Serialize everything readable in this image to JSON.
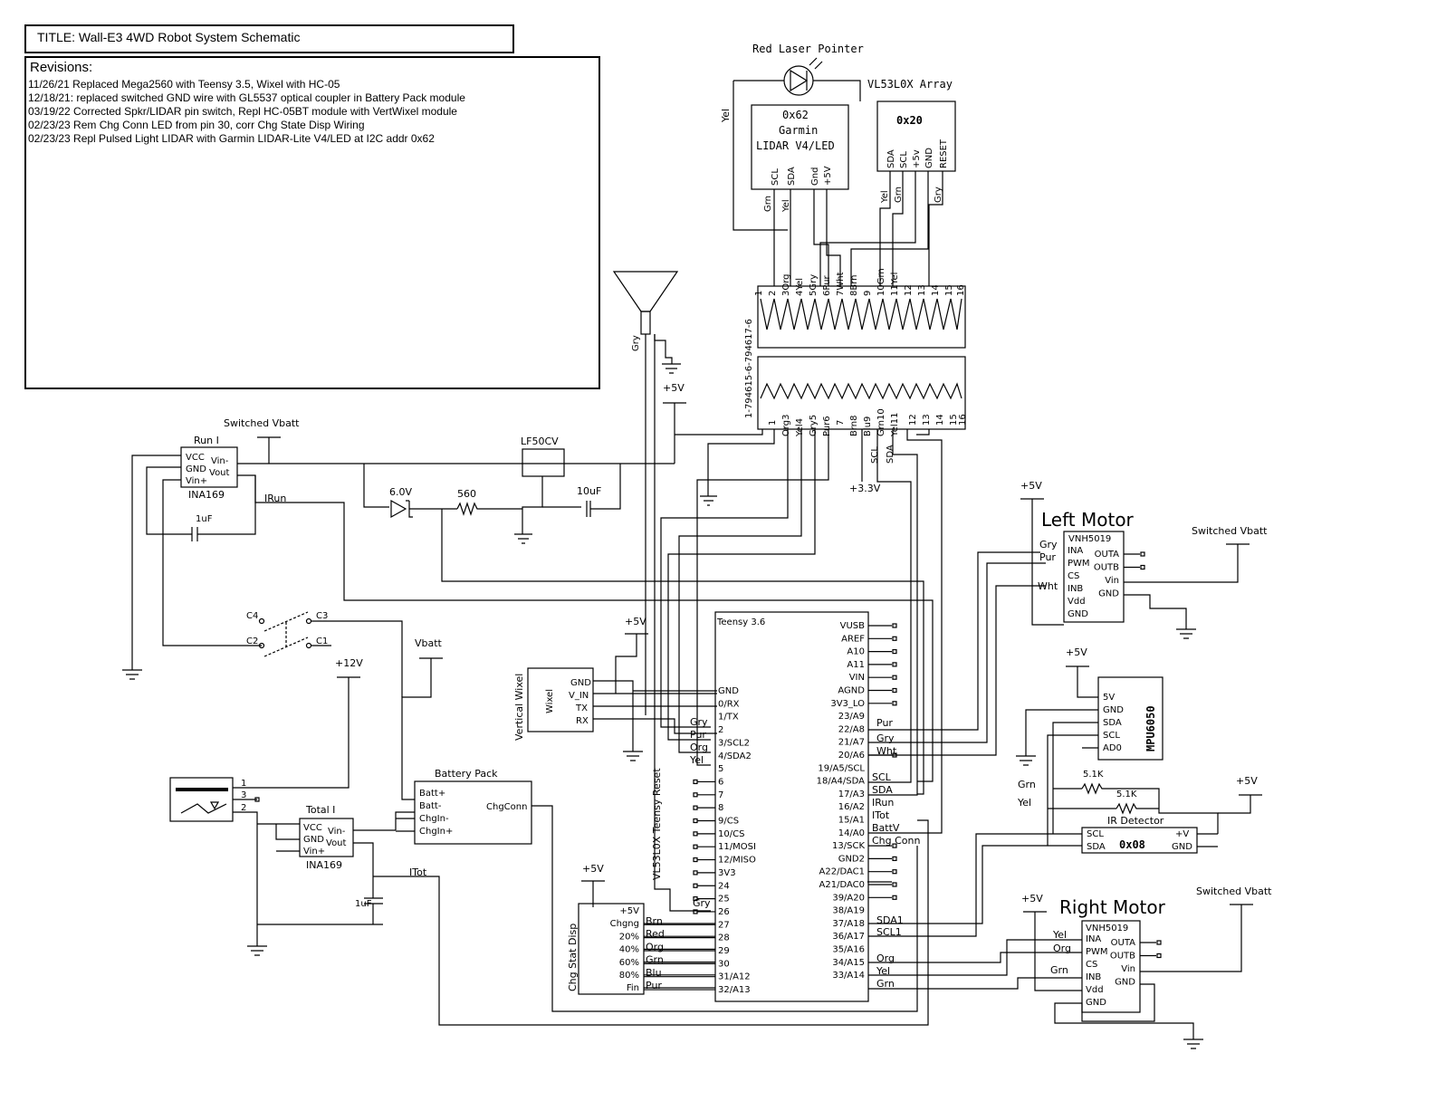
{
  "title": "TITLE: Wall-E3 4WD Robot System Schematic",
  "revisions": {
    "heading": "Revisions:",
    "items": [
      "11/26/21 Replaced Mega2560 with Teensy 3.5, Wixel with HC-05",
      "12/18/21: replaced switched GND wire with GL5537 optical coupler in Battery Pack module",
      "03/19/22 Corrected Spkr/LIDAR pin switch, Repl HC-05BT module with VertWixel module",
      "02/23/23 Rem Chg Conn LED from pin 30, corr Chg State Disp Wiring",
      "02/23/23 Repl Pulsed Light LIDAR with Garmin LIDAR-Lite V4/LED at I2C addr 0x62"
    ]
  },
  "lidar": {
    "top_label": "Red Laser Pointer",
    "side_label": "Yel",
    "addr": "0x62",
    "name1": "Garmin",
    "name2": "LIDAR V4/LED",
    "pins": [
      "SCL",
      "SDA",
      "Gnd",
      "+5V"
    ],
    "wire_labels": [
      "Grn",
      "Yel"
    ]
  },
  "vl53": {
    "label": "VL53L0X Array",
    "addr": "0x20",
    "pins": [
      "SDA",
      "SCL",
      "+5v",
      "GND",
      "RESET"
    ],
    "wire_labels": [
      "Yel",
      "Grn",
      "Gry"
    ]
  },
  "connector": {
    "label": "1-794615-6-794617-6",
    "top_pins": [
      "1",
      "2",
      "3Org",
      "4Yel",
      "5Gry",
      "6Pur",
      "7Wht",
      "8Brn",
      "9",
      "10Grn",
      "11Yel",
      "12",
      "13",
      "14",
      "15",
      "16"
    ],
    "bottom_pins": [
      "1",
      "2",
      "Org3",
      "Yel4",
      "Gry5",
      "Pur6",
      "7",
      "Brn8",
      "Blu9",
      "Grn10",
      "Yel11",
      "12",
      "13",
      "14",
      "15",
      "16"
    ],
    "bottom_wire_labels": [
      "SCL",
      "SDA"
    ],
    "supply": "+3.3V"
  },
  "speaker": {
    "wire": "Gry"
  },
  "supplies": {
    "plus5v": "+5V",
    "switched_vbatt": "Switched Vbatt",
    "vbatt": "Vbatt",
    "plus12v": "+12V"
  },
  "run_sensor": {
    "title": "Run I",
    "part": "INA169",
    "pins_left": [
      "VCC",
      "GND",
      "Vin+"
    ],
    "pins_right": [
      "Vin-",
      "Vout"
    ],
    "out": "IRun",
    "cap": "1uF"
  },
  "regulator": {
    "name": "LF50CV",
    "zener": "6.0V",
    "resistor": "560",
    "cap": "10uF"
  },
  "switch": {
    "contacts": [
      "C4",
      "C3",
      "C2",
      "C1"
    ]
  },
  "total_sensor": {
    "title": "Total I",
    "part": "INA169",
    "pins_left": [
      "VCC",
      "GND",
      "Vin+"
    ],
    "pins_right": [
      "Vin-",
      "Vout"
    ],
    "out": "ITot",
    "cap": "1uF"
  },
  "jack_pins": [
    "1",
    "3",
    "2"
  ],
  "battery_pack": {
    "title": "Battery Pack",
    "pins": [
      "Batt+",
      "Batt-",
      "ChgIn-",
      "ChgIn+"
    ],
    "out": "ChgConn"
  },
  "wixel": {
    "name": "Wixel",
    "side": "Vertical Wixel",
    "pins": [
      "GND",
      "V_IN",
      "TX",
      "RX"
    ]
  },
  "teensy": {
    "title": "Teensy 3.6",
    "reset_label": "VL53L0X Teensy Reset",
    "left_pins": [
      "GND",
      "0/RX",
      "1/TX",
      "2",
      "3/SCL2",
      "4/SDA2",
      "5",
      "6",
      "7",
      "8",
      "9/CS",
      "10/CS",
      "11/MOSI",
      "12/MISO",
      "3V3",
      "24",
      "25",
      "26",
      "27",
      "28",
      "29",
      "30",
      "31/A12",
      "32/A13"
    ],
    "right_pins": [
      "VUSB",
      "AREF",
      "A10",
      "A11",
      "VIN",
      "AGND",
      "3V3_LO",
      "23/A9",
      "22/A8",
      "21/A7",
      "20/A6",
      "19/A5/SCL",
      "18/A4/SDA",
      "17/A3",
      "16/A2",
      "15/A1",
      "14/A0",
      "13/SCK",
      "GND2",
      "A22/DAC1",
      "A21/DAC0",
      "39/A20",
      "38/A19",
      "37/A18",
      "36/A17",
      "35/A16",
      "34/A15",
      "33/A14"
    ],
    "left_wire_labels": [
      "Gry",
      "Pur",
      "Org",
      "Yel"
    ],
    "pin26_label": "Gry",
    "right_wire_labels": [
      "Pur",
      "Gry",
      "Wht",
      "SCL",
      "SDA",
      "IRun",
      "ITot",
      "BattV",
      "Chg Conn",
      "SDA1",
      "SCL1",
      "Org",
      "Yel",
      "Grn"
    ]
  },
  "chg_display": {
    "side": "Chg Stat Disp",
    "pins": [
      "+5V",
      "Chgng",
      "20%",
      "40%",
      "60%",
      "80%",
      "Fin"
    ],
    "wires": [
      "Brn",
      "Red",
      "Org",
      "Grn",
      "Blu",
      "Pur"
    ]
  },
  "left_motor": {
    "title": "Left Motor",
    "part": "VNH5019",
    "pins_left": [
      "INA",
      "PWM",
      "CS",
      "INB",
      "Vdd",
      "GND"
    ],
    "pins_right": [
      "OUTA",
      "OUTB",
      "Vin",
      "GND"
    ],
    "wires": [
      "Gry",
      "Pur",
      "Wht"
    ]
  },
  "right_motor": {
    "title": "Right Motor",
    "part": "VNH5019",
    "pins_left": [
      "INA",
      "PWM",
      "CS",
      "INB",
      "Vdd",
      "GND"
    ],
    "pins_right": [
      "OUTA",
      "OUTB",
      "Vin",
      "GND"
    ],
    "wires": [
      "Yel",
      "Org",
      "Grn"
    ]
  },
  "mpu": {
    "name": "MPU6050",
    "pins": [
      "5V",
      "GND",
      "SDA",
      "SCL",
      "AD0"
    ]
  },
  "ir_detector": {
    "title": "IR Detector",
    "addr": "0x08",
    "pins_left": [
      "SCL",
      "SDA"
    ],
    "pins_right": [
      "+V",
      "GND"
    ],
    "wires": [
      "Grn",
      "Yel"
    ],
    "resistors": [
      "5.1K",
      "5.1K"
    ]
  }
}
